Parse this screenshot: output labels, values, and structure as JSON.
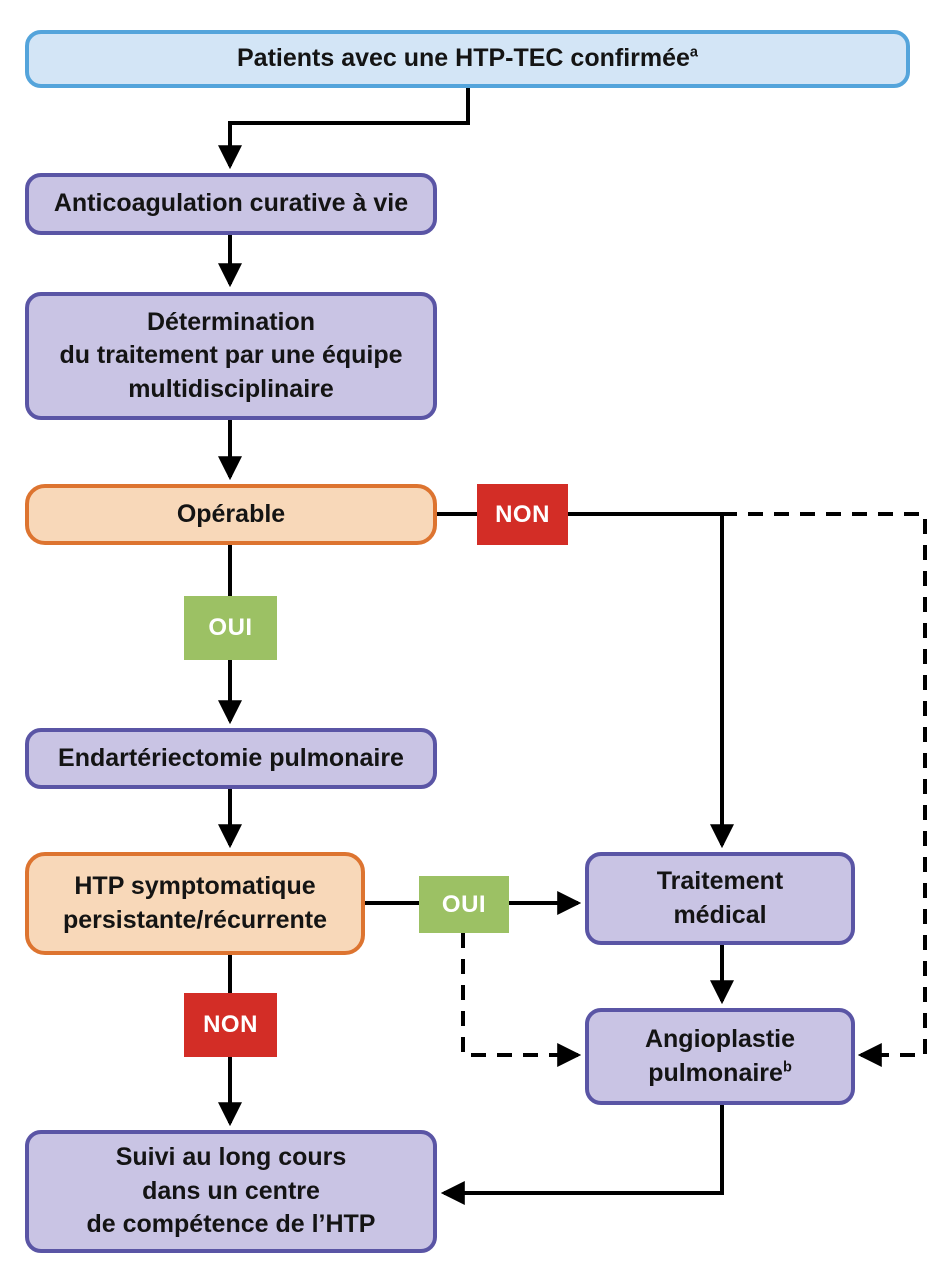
{
  "diagram": {
    "language": "fr",
    "nodes": {
      "patients": {
        "text": "Patients avec une HTP-TEC confirmée",
        "sup": "a"
      },
      "anticoagulation": {
        "text": "Anticoagulation curative à vie"
      },
      "determination": {
        "lines": [
          "Détermination",
          "du traitement par une équipe",
          "multidisciplinaire"
        ]
      },
      "operable": {
        "text": "Opérable"
      },
      "endarteriectomie": {
        "text": "Endartériectomie pulmonaire"
      },
      "htp_symptomatique": {
        "lines": [
          "HTP symptomatique",
          "persistante/récurrente"
        ]
      },
      "traitement_medical": {
        "lines": [
          "Traitement",
          "médical"
        ]
      },
      "angioplastie": {
        "lines": [
          "Angioplastie",
          "pulmonaire"
        ],
        "sup": "b"
      },
      "suivi": {
        "lines": [
          "Suivi au long cours",
          "dans un centre",
          "de compétence de l’HTP"
        ]
      }
    },
    "badges": {
      "non_operable": "NON",
      "oui_operable": "OUI",
      "oui_htp": "OUI",
      "non_htp": "NON"
    },
    "colors": {
      "blue_fill": "#d3e5f6",
      "blue_border": "#54a4db",
      "purple_fill": "#c9c4e4",
      "purple_border": "#5a55a5",
      "peach_fill": "#f8d8b9",
      "peach_border": "#dd7430",
      "red": "#d32d26",
      "green": "#9cc164",
      "line": "#000000",
      "text": "#141414"
    }
  }
}
